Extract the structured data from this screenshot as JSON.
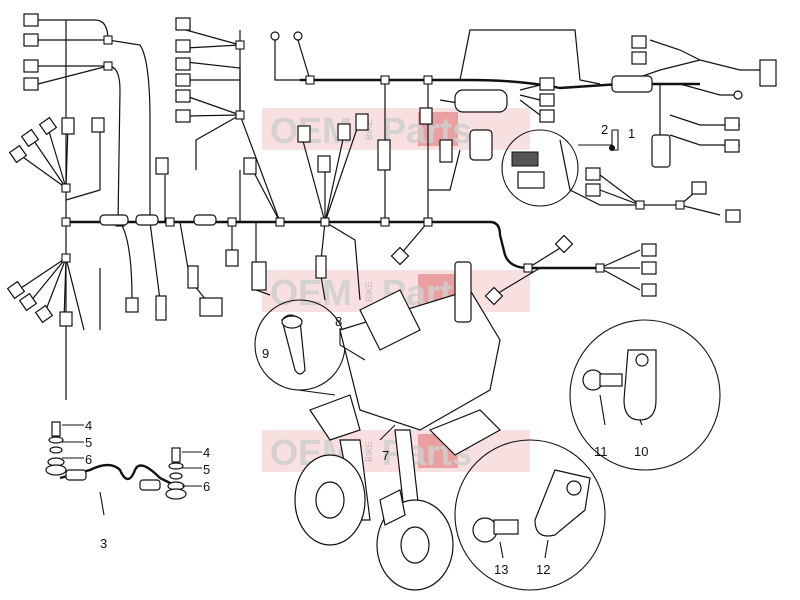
{
  "watermark": {
    "brand_left": "OEM",
    "brand_small": "BIKE",
    "brand_right": "Parts"
  },
  "callouts": {
    "c1": "1",
    "c2": "2",
    "c3": "3",
    "c4a": "4",
    "c5a": "5",
    "c6a": "6",
    "c4b": "4",
    "c5b": "5",
    "c6b": "6",
    "c7": "7",
    "c8": "8",
    "c9": "9",
    "c10": "10",
    "c11": "11",
    "c12": "12",
    "c13": "13"
  }
}
